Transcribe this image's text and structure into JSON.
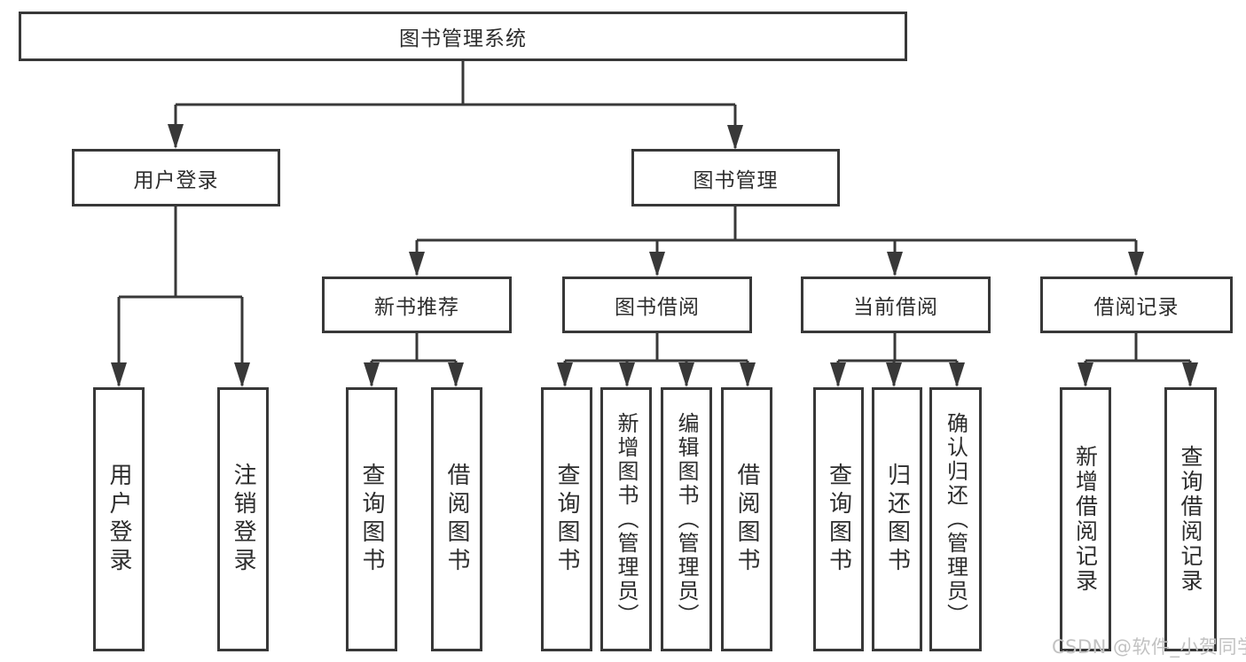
{
  "diagram": {
    "title": "图书管理系统",
    "level2": {
      "user_login": "用户登录",
      "book_mgmt": "图书管理"
    },
    "level3": {
      "new_book": "新书推荐",
      "borrow": "图书借阅",
      "current": "当前借阅",
      "records": "借阅记录"
    },
    "leaves": {
      "user_login": [
        "用户登录",
        "注销登录"
      ],
      "new_book": [
        "查询图书",
        "借阅图书"
      ],
      "borrow": [
        "查询图书",
        "新增图书（管理员）",
        "编辑图书（管理员）",
        "借阅图书"
      ],
      "current": [
        "查询图书",
        "归还图书",
        "确认归还（管理员）"
      ],
      "records": [
        "新增借阅记录",
        "查询借阅记录"
      ]
    }
  },
  "watermark": "CSDN @软件_小贺同学",
  "colors": {
    "line": "#383838",
    "text": "#2d2d2d",
    "background": "#ffffff",
    "watermark": "#c2c2c2"
  }
}
